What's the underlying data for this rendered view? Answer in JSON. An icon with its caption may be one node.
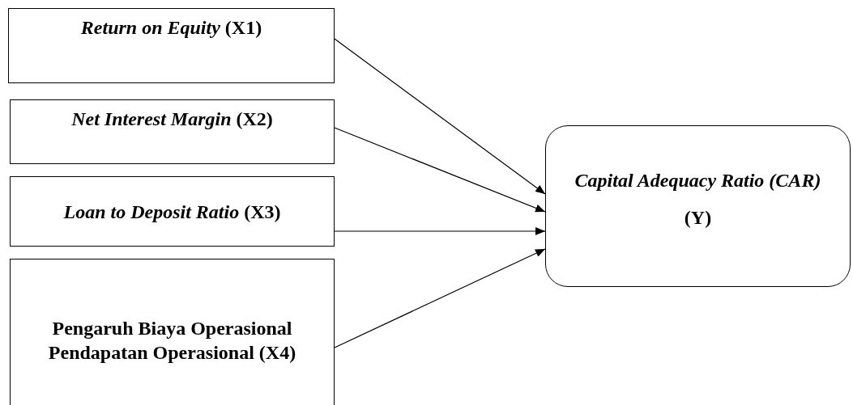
{
  "diagram": {
    "nodes": [
      {
        "text": [
          "*Return on Equity* (X1)"
        ]
      },
      {
        "text": [
          "*Net Interest Margin* (X2)"
        ]
      },
      {
        "text": [
          "*Loan to Deposit Ratio* (X3)"
        ]
      },
      {
        "text": [
          "Pengaruh Biaya Operasional Pendapatan Operasional (X4)"
        ]
      },
      {
        "text": [
          "Capital Adequacy Ratio (CAR)",
          "(Y)"
        ]
      }
    ],
    "edges": [
      {
        "from": 0,
        "to": 4,
        "arrow": "to"
      },
      {
        "from": 1,
        "to": 4,
        "arrow": "to"
      },
      {
        "from": 2,
        "to": 4,
        "arrow": "to"
      },
      {
        "from": 3,
        "to": 4,
        "arrow": "to"
      }
    ]
  }
}
